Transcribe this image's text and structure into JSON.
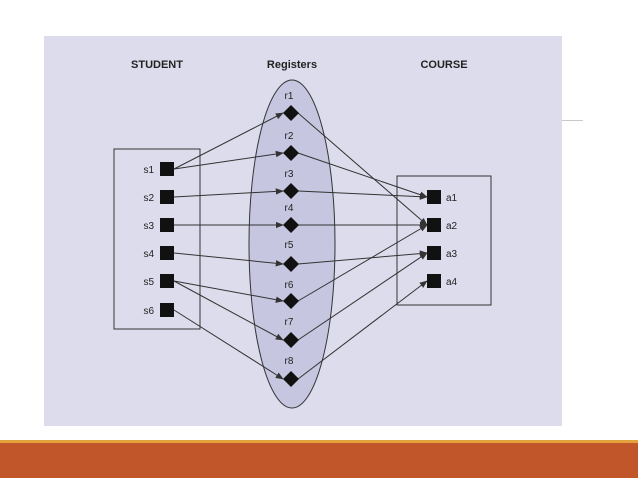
{
  "headers": {
    "student": "STUDENT",
    "registers": "Registers",
    "course": "COURSE"
  },
  "students": [
    "s1",
    "s2",
    "s3",
    "s4",
    "s5",
    "s6"
  ],
  "relationships": [
    "r1",
    "r2",
    "r3",
    "r4",
    "r5",
    "r6",
    "r7",
    "r8"
  ],
  "courses": [
    "a1",
    "a2",
    "a3",
    "a4"
  ],
  "student_links": [
    [
      0,
      0
    ],
    [
      0,
      1
    ],
    [
      1,
      2
    ],
    [
      2,
      3
    ],
    [
      3,
      4
    ],
    [
      4,
      5
    ],
    [
      4,
      6
    ],
    [
      5,
      7
    ]
  ],
  "course_links": [
    [
      0,
      1
    ],
    [
      1,
      0
    ],
    [
      2,
      0
    ],
    [
      3,
      1
    ],
    [
      4,
      2
    ],
    [
      5,
      1
    ],
    [
      6,
      2
    ],
    [
      7,
      3
    ]
  ],
  "colors": {
    "panel": "#dcdcec",
    "ellipse": "#c6c6e0",
    "ink": "#222222",
    "node": "#111111"
  }
}
